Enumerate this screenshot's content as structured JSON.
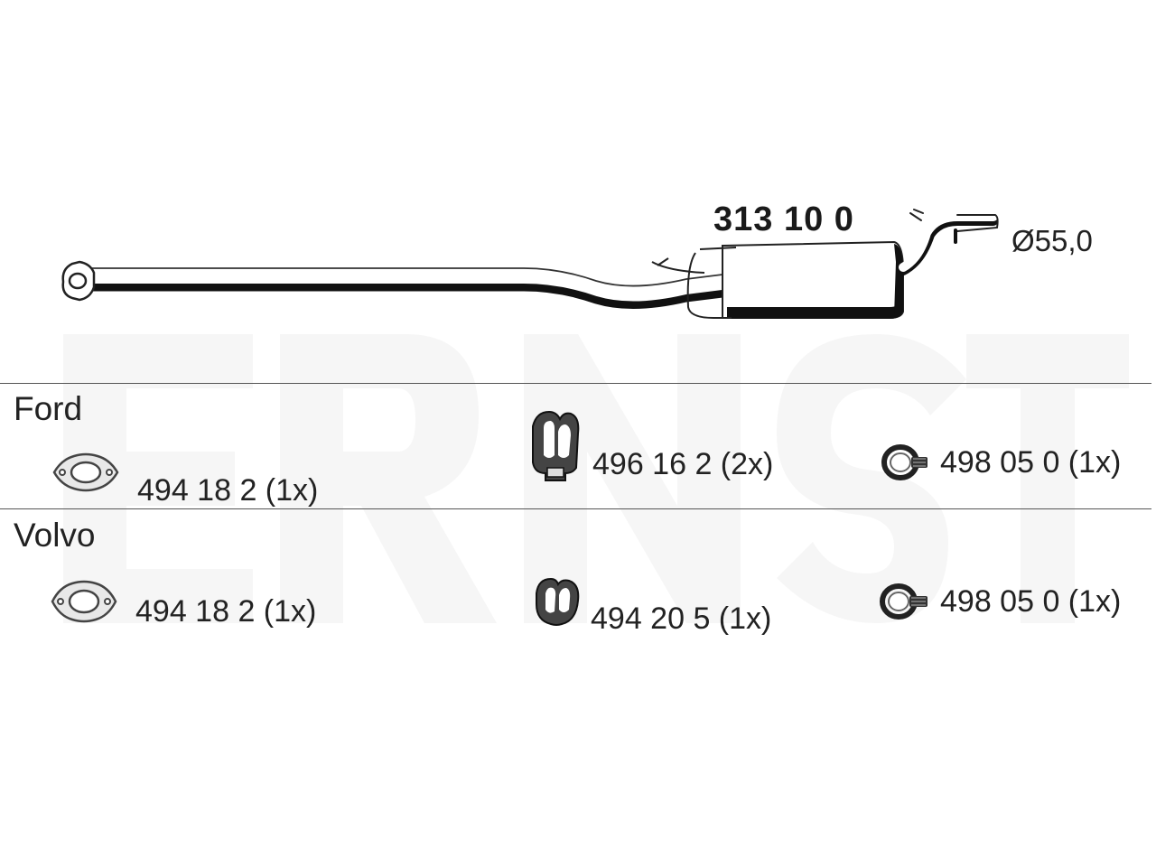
{
  "diagram": {
    "part_number": "313 10 0",
    "diameter_label": "Ø55,0",
    "brand_watermark": "ERNST"
  },
  "sections": [
    {
      "label": "Ford",
      "parts": [
        {
          "icon": "gasket-icon",
          "code": "494 18 2 (1x)"
        },
        {
          "icon": "rubber-hanger-icon",
          "code": "496 16 2 (2x)"
        },
        {
          "icon": "pipe-clamp-icon",
          "code": "498 05 0 (1x)"
        }
      ]
    },
    {
      "label": "Volvo",
      "parts": [
        {
          "icon": "gasket-icon",
          "code": "494 18 2 (1x)"
        },
        {
          "icon": "rubber-mount-icon",
          "code": "494 20 5 (1x)"
        },
        {
          "icon": "pipe-clamp-icon",
          "code": "498 05 0 (1x)"
        }
      ]
    }
  ]
}
